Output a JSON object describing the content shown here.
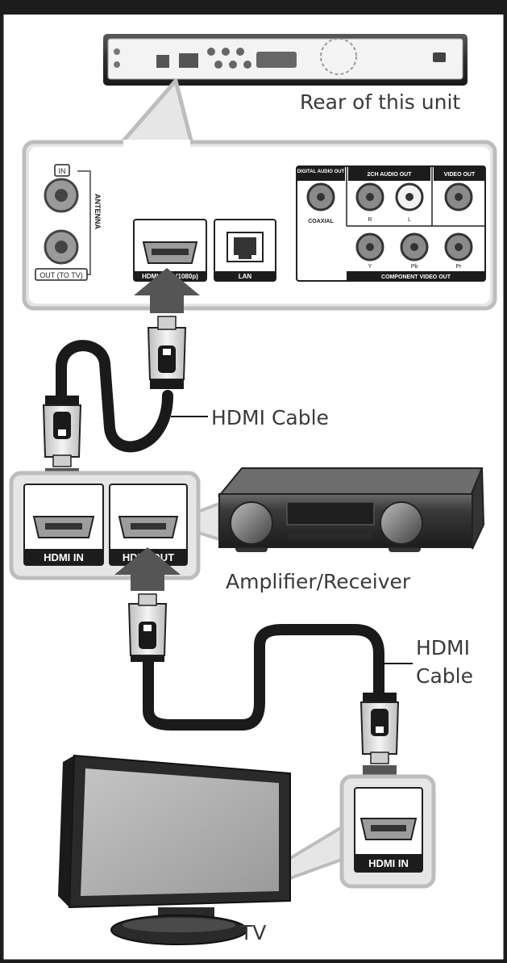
{
  "labels": {
    "rear": "Rear of this unit",
    "hdmi_cable_1": "HDMI Cable",
    "amplifier": "Amplifier/Receiver",
    "hdmi_cable_2_line1": "HDMI",
    "hdmi_cable_2_line2": "Cable",
    "tv": "TV"
  },
  "rear_panel": {
    "in": "IN",
    "antenna": "ANTENNA",
    "out_to_tv": "OUT (TO TV)",
    "hdmi_out": "HDMI OUT (1080p)",
    "lan": "LAN",
    "digital_audio_out": "DIGITAL AUDIO OUT",
    "coaxial": "COAXIAL",
    "ch_audio_out": "2CH AUDIO OUT",
    "audio_r": "R",
    "audio_l": "L",
    "video_out": "VIDEO OUT",
    "y": "Y",
    "pb": "Pb",
    "pr": "Pr",
    "component_video_out": "COMPONENT VIDEO OUT"
  },
  "ports": {
    "hdmi_in": "HDMI IN",
    "hdmi_out": "HDMI OUT",
    "tv_hdmi_in": "HDMI IN"
  },
  "colors": {
    "panel_fill": "#e6e6e6",
    "panel_stroke": "#bdbdbd",
    "device_dark": "#2b2b2b",
    "cable": "#1a1a1a",
    "arrow": "#555555",
    "label_text": "#3a3a3a"
  }
}
